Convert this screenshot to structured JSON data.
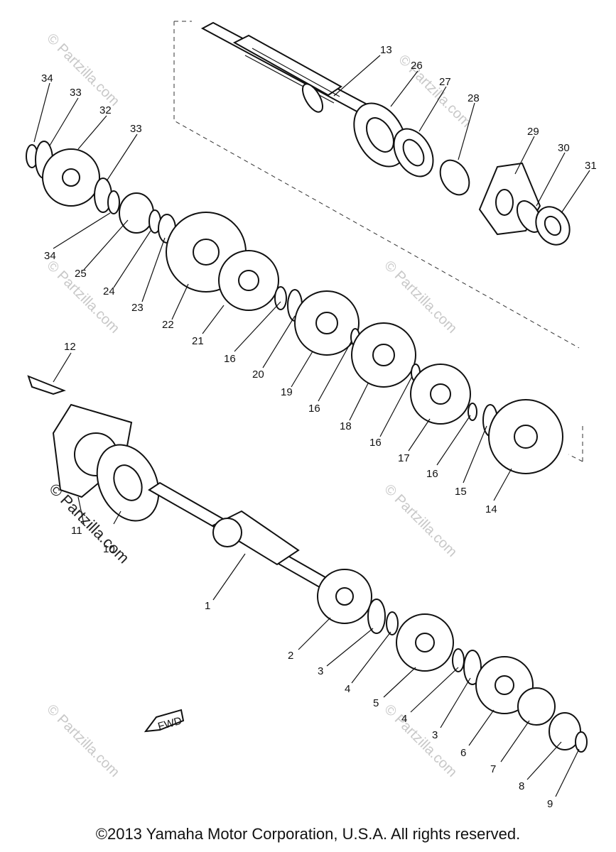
{
  "labels": {
    "p1": "1",
    "p2": "2",
    "p3a": "3",
    "p3b": "3",
    "p4a": "4",
    "p4b": "4",
    "p5": "5",
    "p6": "6",
    "p7": "7",
    "p8": "8",
    "p9": "9",
    "p10": "10",
    "p11": "11",
    "p12": "12",
    "p13": "13",
    "p14": "14",
    "p15": "15",
    "p16a": "16",
    "p16b": "16",
    "p16c": "16",
    "p16d": "16",
    "p17": "17",
    "p18": "18",
    "p19": "19",
    "p20": "20",
    "p21": "21",
    "p22": "22",
    "p23": "23",
    "p24": "24",
    "p25": "25",
    "p26": "26",
    "p27": "27",
    "p28": "28",
    "p29": "29",
    "p30": "30",
    "p31": "31",
    "p32": "32",
    "p33a": "33",
    "p33b": "33",
    "p34a": "34",
    "p34b": "34"
  },
  "fwd_label": "FWD",
  "watermark": "© Partzilla.com",
  "copyright": "©2013  Yamaha Motor Corporation, U.S.A. All rights reserved."
}
